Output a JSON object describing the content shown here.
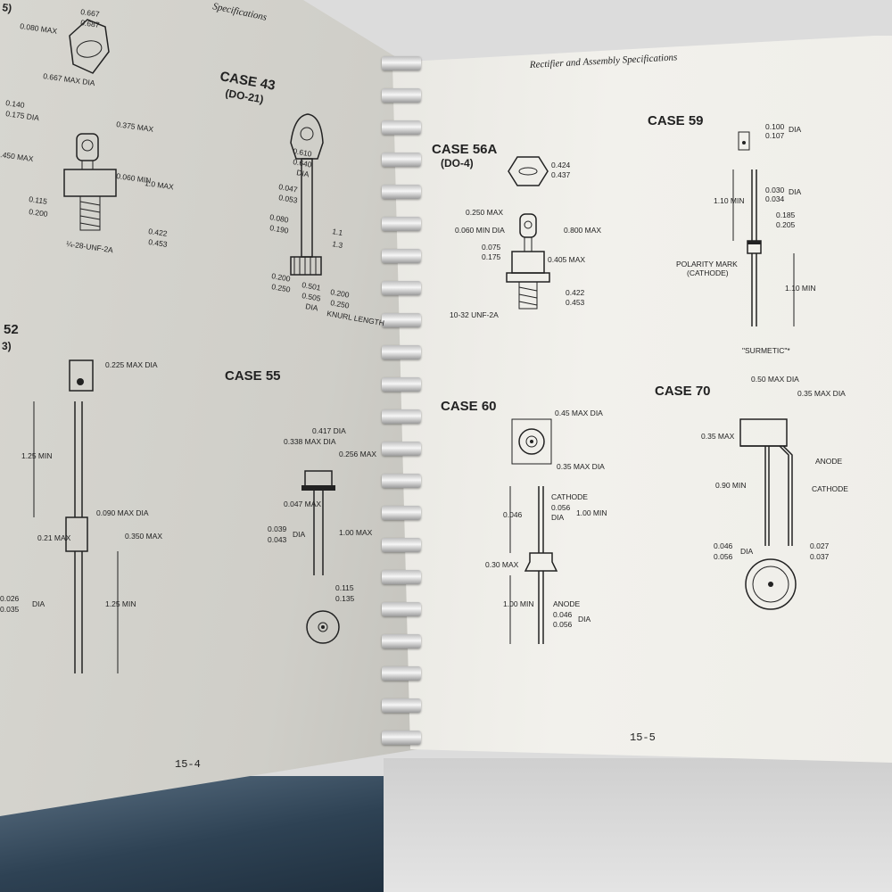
{
  "left_page": {
    "header_fragment": "Specifications",
    "page_number": "15-4",
    "top_partial": {
      "label_fragment": "5)",
      "dims": [
        "0.080 MAX",
        "0.667",
        "0.687",
        "0.667 MAX DIA",
        "0.140",
        "0.175 DIA",
        "0.375 MAX",
        ".450 MAX",
        "0.060 MIN",
        "1.0 MAX",
        "0.115",
        "0.200",
        "0.422",
        "0.453",
        "¼-28-UNF-2A"
      ]
    },
    "case43": {
      "title": "CASE 43",
      "subtitle": "(DO-21)",
      "dims": [
        "0.610",
        "0.640",
        "DIA",
        "0.047",
        "0.053",
        "0.080",
        "0.190",
        "1.1",
        "1.3",
        "0.200",
        "0.250",
        "0.501",
        "0.505",
        "DIA",
        "0.200",
        "0.250",
        "KNURL LENGTH"
      ]
    },
    "case52": {
      "title_fragment": "52",
      "subtitle_fragment": "3)",
      "dims": [
        "0.225 MAX DIA",
        "1.25 MIN",
        "0.090 MAX DIA",
        "0.21 MAX",
        "0.350 MAX",
        "0.026",
        "0.035",
        "DIA",
        "1.25 MIN"
      ]
    },
    "case55": {
      "title": "CASE 55",
      "dims": [
        "0.417 DIA",
        "0.338 MAX DIA",
        "0.256 MAX",
        "0.047 MAX",
        "0.039",
        "0.043",
        "DIA",
        "1.00 MAX",
        "0.115",
        "0.135"
      ]
    }
  },
  "right_page": {
    "header": "Rectifier and Assembly Specifications",
    "page_number": "15-5",
    "case56a": {
      "title": "CASE 56A",
      "subtitle": "(DO-4)",
      "dims": [
        "0.424",
        "0.437",
        "0.250 MAX",
        "0.060 MIN DIA",
        "0.800 MAX",
        "0.075",
        "0.175",
        "0.405 MAX",
        "0.422",
        "0.453",
        "10-32 UNF-2A"
      ]
    },
    "case59": {
      "title": "CASE 59",
      "dims": [
        "0.100",
        "0.107",
        "DIA",
        "1.10 MIN",
        "0.030",
        "0.034",
        "DIA",
        "0.185",
        "0.205",
        "POLARITY MARK",
        "(CATHODE)",
        "1.10 MIN"
      ],
      "caption": "\"SURMETIC\"*"
    },
    "case60": {
      "title": "CASE 60",
      "dims": [
        "0.45 MAX DIA",
        "0.35 MAX DIA",
        "CATHODE",
        "0.046",
        "0.056",
        "DIA",
        "1.00 MIN",
        "0.30 MAX",
        "1.00 MIN",
        "ANODE",
        "0.046",
        "0.056",
        "DIA"
      ]
    },
    "case70": {
      "title": "CASE 70",
      "dims": [
        "0.50 MAX DIA",
        "0.35 MAX DIA",
        "0.35 MAX",
        "ANODE",
        "CATHODE",
        "0.90 MIN",
        "0.046",
        "0.056",
        "DIA",
        "0.027",
        "0.037"
      ]
    }
  }
}
